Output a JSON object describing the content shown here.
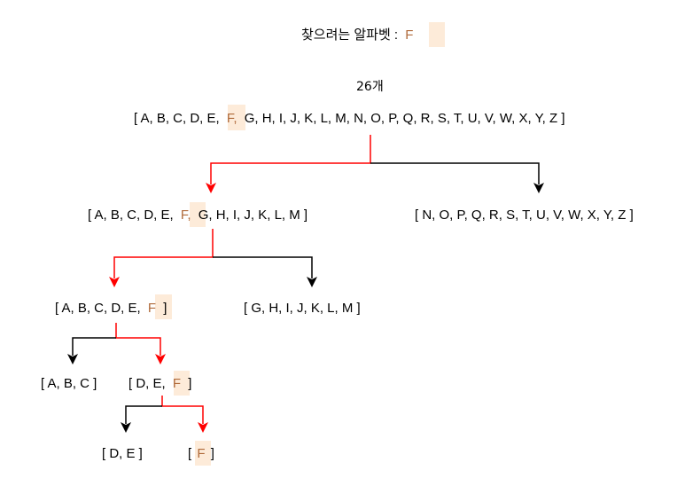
{
  "header": {
    "label": "찾으려는 알파벳 :",
    "target": "F"
  },
  "count_label": "26개",
  "nodes": {
    "root": {
      "before": "[ A, B, C, D, E,",
      "target": "F,",
      "after": "G, H,  I, J, K, L, M, N, O, P, Q, R, S, T, U, V, W, X, Y, Z ]"
    },
    "left1": {
      "before": "[ A, B, C, D, E,",
      "target": "F,",
      "after": "G, H,  I, J, K, L, M ]"
    },
    "right1": {
      "text": "[ N, O, P, Q, R, S, T, U, V, W, X, Y, Z ]"
    },
    "left2": {
      "before": "[ A, B, C, D, E,",
      "target": "F",
      "after": "]"
    },
    "right2": {
      "text": "[ G, H,  I, J, K, L, M ]"
    },
    "left3": {
      "text": "[ A, B, C ]"
    },
    "right3": {
      "before": "[ D, E,",
      "target": "F",
      "after": "]"
    },
    "left4": {
      "text": "[ D, E ]"
    },
    "right4": {
      "before": "[",
      "target": "F",
      "after": "]"
    }
  },
  "colors": {
    "search_path": "#ff0000",
    "other_path": "#000000",
    "highlight": "#fdebd9",
    "target_text": "#b06a3a"
  }
}
